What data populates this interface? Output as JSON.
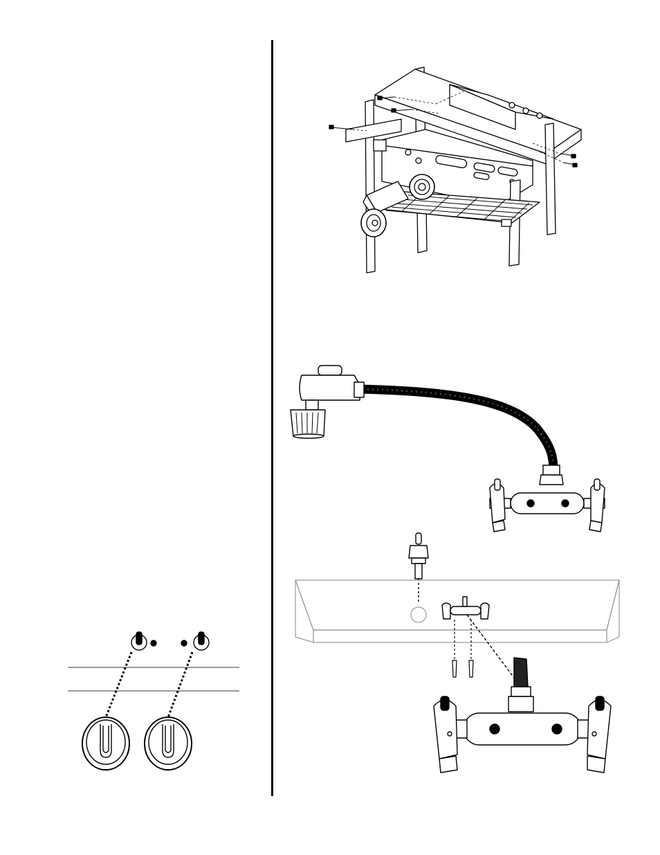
{
  "page": {
    "columns": 2
  },
  "figures": [
    {
      "id": "grill-cart-frame",
      "icon": "grill-cart-frame-icon"
    },
    {
      "id": "regulator-hose-valve",
      "icon": "regulator-hose-valve-icon"
    },
    {
      "id": "control-panel-valve",
      "icon": "control-panel-valve-icon"
    },
    {
      "id": "control-knobs",
      "icon": "control-knobs-icon"
    }
  ],
  "colors": {
    "ink": "#000000",
    "paper": "#ffffff",
    "panel_outline": "#9a9a9a",
    "shading": "#d8d8d8"
  }
}
